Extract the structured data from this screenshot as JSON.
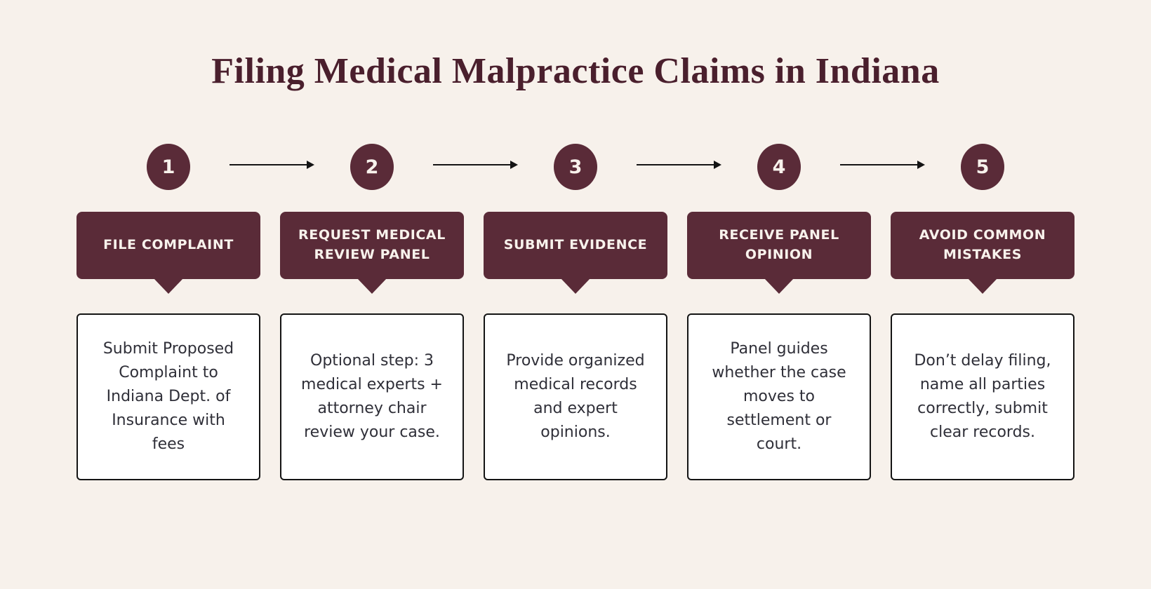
{
  "title": "Filing Medical Malpractice Claims in Indiana",
  "colors": {
    "background": "#F7F1EB",
    "primary_maroon": "#5A2B38",
    "title_text": "#4A1F2D",
    "header_text": "#F8F2EC",
    "body_text": "#2F2F38",
    "outline_and_arrows": "#141414",
    "card_background": "#FFFFFF"
  },
  "steps": [
    {
      "number": "1",
      "title": "FILE COMPLAINT",
      "description": "Submit Proposed Complaint to Indiana Dept. of Insurance with fees"
    },
    {
      "number": "2",
      "title": "REQUEST MEDICAL REVIEW PANEL",
      "description": "Optional step: 3 medical experts + attorney chair review your case."
    },
    {
      "number": "3",
      "title": "SUBMIT EVIDENCE",
      "description": "Provide organized medical records and expert opinions."
    },
    {
      "number": "4",
      "title": "RECEIVE PANEL OPINION",
      "description": "Panel guides whether the case moves to settlement or court."
    },
    {
      "number": "5",
      "title": "AVOID COMMON MISTAKES",
      "description": "Don’t delay filing, name all parties correctly, submit clear records."
    }
  ]
}
